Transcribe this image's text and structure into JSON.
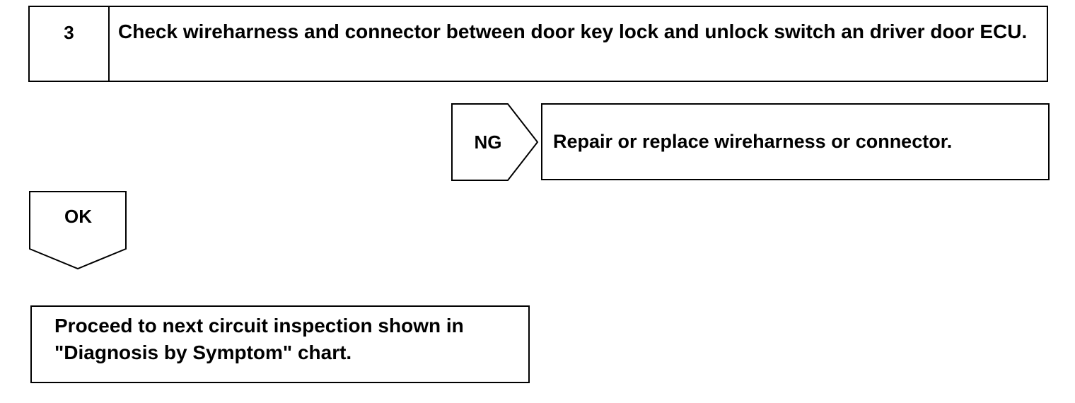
{
  "step": {
    "number": "3",
    "title": "Check wireharness and connector between door key lock and unlock switch an driver door ECU."
  },
  "ng_branch": {
    "label": "NG",
    "result": "Repair or replace wireharness or connector."
  },
  "ok_branch": {
    "label": "OK",
    "result": "Proceed to next circuit inspection shown in \"Diagnosis by Symptom\" chart."
  }
}
